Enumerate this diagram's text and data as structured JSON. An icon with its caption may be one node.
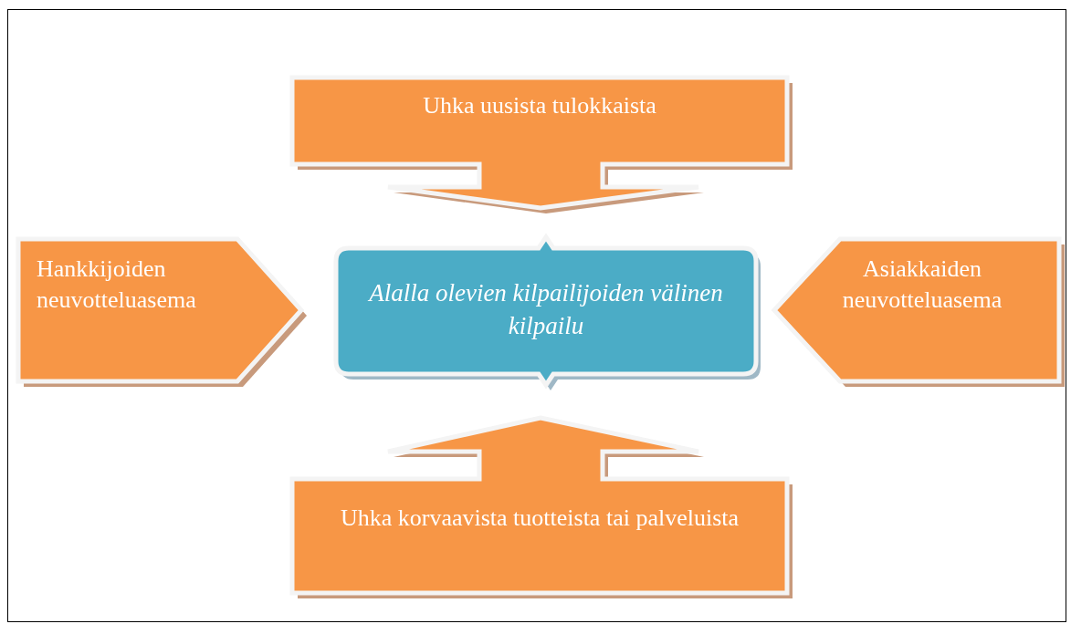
{
  "diagram": {
    "nodes": [
      {
        "text": [
          "Uhka uusista tulokkaista"
        ]
      },
      {
        "text": [
          "Hankkijoiden neuvotteluasema"
        ]
      },
      {
        "text": [
          "Alalla olevien kilpailijoiden välinen kilpailu"
        ]
      },
      {
        "text": [
          "Asiakkaiden neuvotteluasema"
        ]
      },
      {
        "text": [
          "Uhka korvaavista tuotteista tai palveluista"
        ]
      }
    ]
  }
}
